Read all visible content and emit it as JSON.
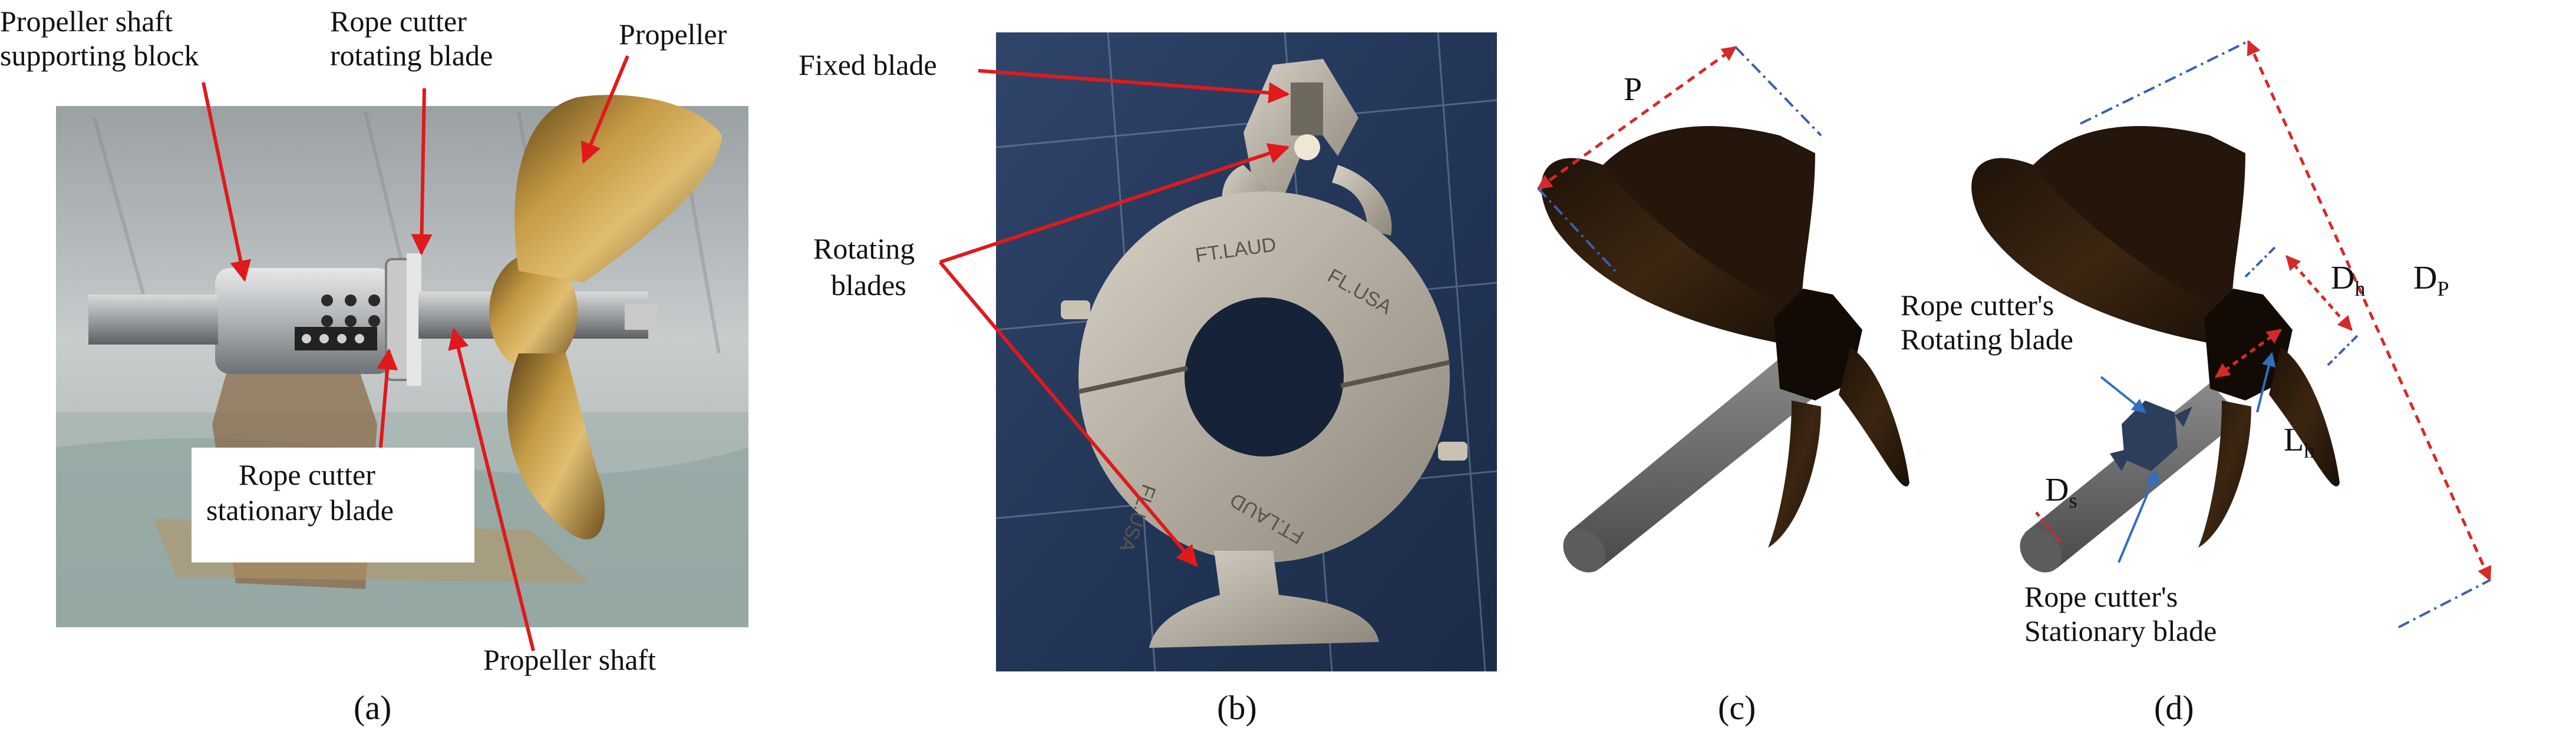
{
  "panels": {
    "a": {
      "caption": "(a)",
      "labels": {
        "shaft_block_line1": "Propeller shaft",
        "shaft_block_line2": "supporting block",
        "rotating_blade_line1": "Rope cutter",
        "rotating_blade_line2": "rotating blade",
        "propeller": "Propeller",
        "stationary_blade_line1": "Rope cutter",
        "stationary_blade_line2": "stationary blade",
        "propeller_shaft": "Propeller shaft"
      }
    },
    "b": {
      "caption": "(b)",
      "labels": {
        "fixed_blade": "Fixed blade",
        "rotating_blades_line1": "Rotating",
        "rotating_blades_line2": "blades"
      },
      "engravings": [
        "FT.LAUD",
        "FL.USA",
        "FL.USA",
        "FT.LAUD"
      ]
    },
    "c": {
      "caption": "(c)",
      "labels": {
        "pitch": "P"
      }
    },
    "d": {
      "caption": "(d)",
      "labels": {
        "dp_main": "D",
        "dp_sub": "P",
        "dh_main": "D",
        "dh_sub": "h",
        "lh_main": "L",
        "lh_sub": "h",
        "ds_main": "D",
        "ds_sub": "s",
        "rotating_line1": "Rope cutter's",
        "rotating_line2": "Rotating blade",
        "stationary_line1": "Rope cutter's",
        "stationary_line2": "Stationary blade"
      }
    }
  },
  "colors": {
    "annotation_arrow": "#e0191b",
    "dimension_line": "#d42a2a",
    "extension_line": "#3a5fae",
    "bronze": "#b48a3a",
    "propeller_dark": "#2b1a0c",
    "shaft_gray": "#6b6b6b",
    "denim": "#2b3d5c",
    "steel": "#b7b1a6"
  }
}
